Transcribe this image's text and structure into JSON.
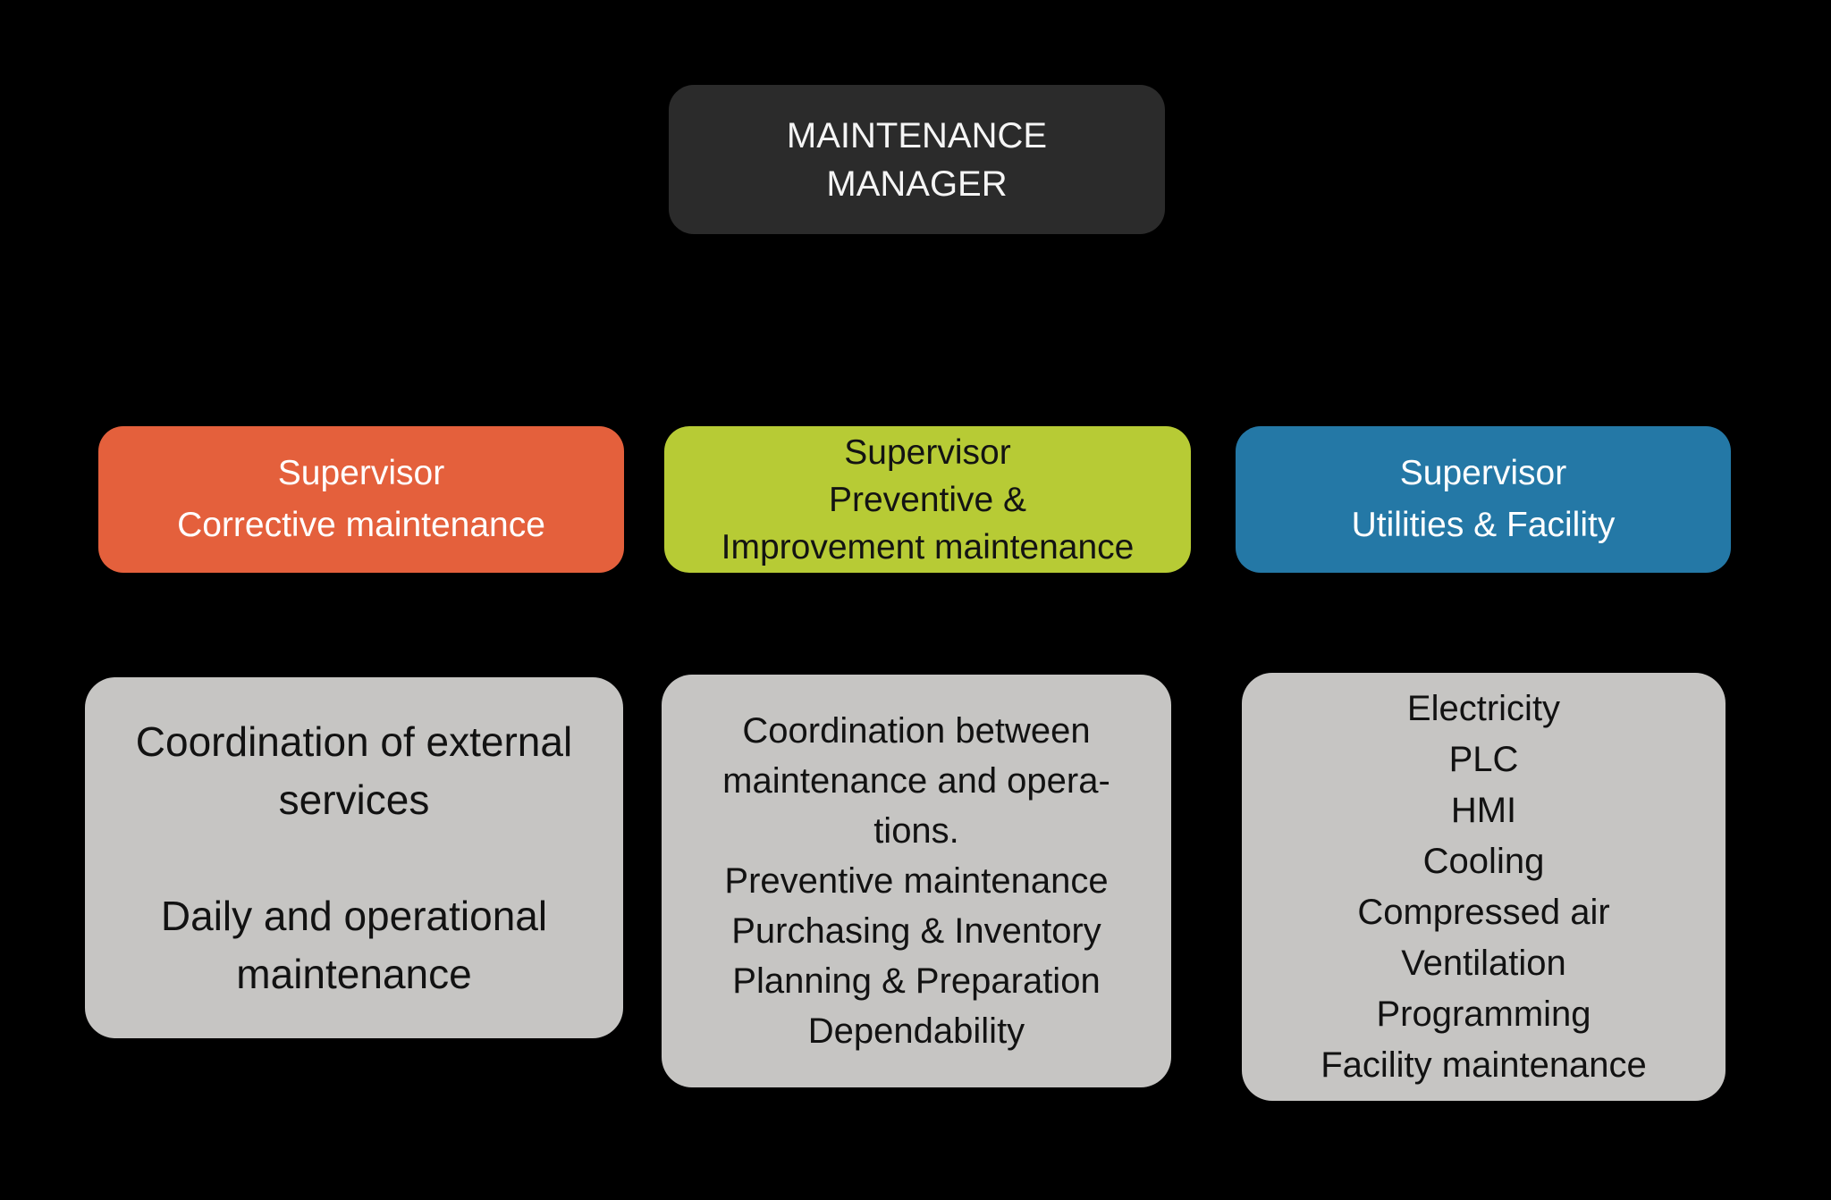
{
  "diagram": {
    "type": "org-chart",
    "background_color": "#000000",
    "detail_box_color": "#c6c5c3",
    "manager": {
      "color": "#2b2b2b",
      "text_color": "#f5f5f5",
      "lines": [
        "MAINTENANCE",
        "MANAGER"
      ]
    },
    "supervisors": [
      {
        "id": "corrective",
        "color": "#e4603c",
        "text_color": "#ffffff",
        "lines": [
          "Supervisor",
          "Corrective maintenance"
        ]
      },
      {
        "id": "preventive",
        "color": "#b7cb35",
        "text_color": "#131313",
        "lines": [
          "Supervisor",
          "Preventive &",
          "Improvement maintenance"
        ]
      },
      {
        "id": "utilities",
        "color": "#2478a6",
        "text_color": "#ffffff",
        "lines": [
          "Supervisor",
          "Utilities & Facility"
        ]
      }
    ],
    "details": [
      {
        "id": "corrective-responsibilities",
        "lines": [
          "Coordination of external",
          "services",
          "",
          "Daily and operational",
          "maintenance"
        ]
      },
      {
        "id": "preventive-responsibilities",
        "lines": [
          "Coordination between",
          "maintenance and opera-",
          "tions.",
          "Preventive maintenance",
          "Purchasing & Inventory",
          "Planning & Preparation",
          "Dependability"
        ]
      },
      {
        "id": "utilities-responsibilities",
        "lines": [
          "Electricity",
          "PLC",
          "HMI",
          "Cooling",
          "Compressed air",
          "Ventilation",
          "Programming",
          "Facility maintenance"
        ]
      }
    ]
  }
}
